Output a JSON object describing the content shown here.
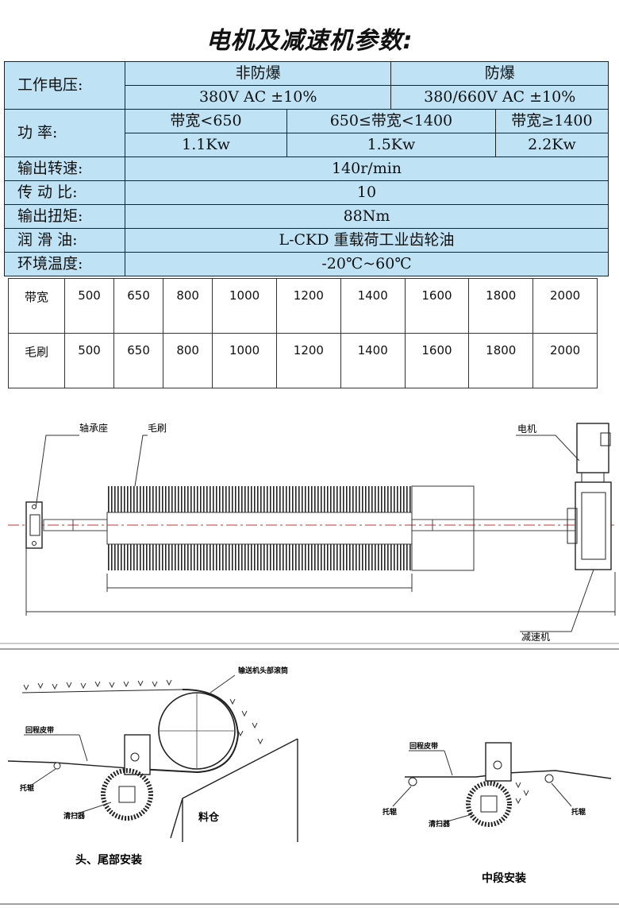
{
  "title": "电机及减速机参数:",
  "params": {
    "voltage_label": "工作电压:",
    "non_explosion": "非防爆",
    "explosion": "防爆",
    "voltage_non": "380V AC  ±10%",
    "voltage_exp": "380/660V AC  ±10%",
    "power_label": "功      率:",
    "power_h1": "带宽<650",
    "power_h2": "650≤带宽<1400",
    "power_h3": "带宽≥1400",
    "power_v1": "1.1Kw",
    "power_v2": "1.5Kw",
    "power_v3": "2.2Kw",
    "speed_label": "输出转速:",
    "speed": "140r/min",
    "ratio_label": "传 动 比:",
    "ratio": "10",
    "torque_label": "输出扭矩:",
    "torque": "88Nm",
    "oil_label": "润 滑 油:",
    "oil": "L-CKD 重载荷工业齿轮油",
    "temp_label": "环境温度:",
    "temp": "-20℃~60℃"
  },
  "brush_table": {
    "row1_label": "带宽",
    "row2_label": "毛刷",
    "widths": [
      "500",
      "650",
      "800",
      "1000",
      "1200",
      "1400",
      "1600",
      "1800",
      "2000"
    ],
    "brushes": [
      "500",
      "650",
      "800",
      "1000",
      "1200",
      "1400",
      "1600",
      "1800",
      "2000"
    ]
  },
  "diagram1": {
    "bearing": "轴承座",
    "brush": "毛刷",
    "motor": "电机",
    "reducer": "减速机"
  },
  "diagram2": {
    "head_drum": "输送机头部滚筒",
    "return_belt_1": "回程皮带",
    "idler_1": "托辊",
    "cleaner_1": "清扫器",
    "bin": "料仓",
    "head_tail_caption": "头、尾部安装",
    "return_belt_2": "回程皮带",
    "idler_2a": "托辊",
    "idler_2b": "托辊",
    "cleaner_2": "清扫器",
    "mid_caption": "中段安装"
  }
}
